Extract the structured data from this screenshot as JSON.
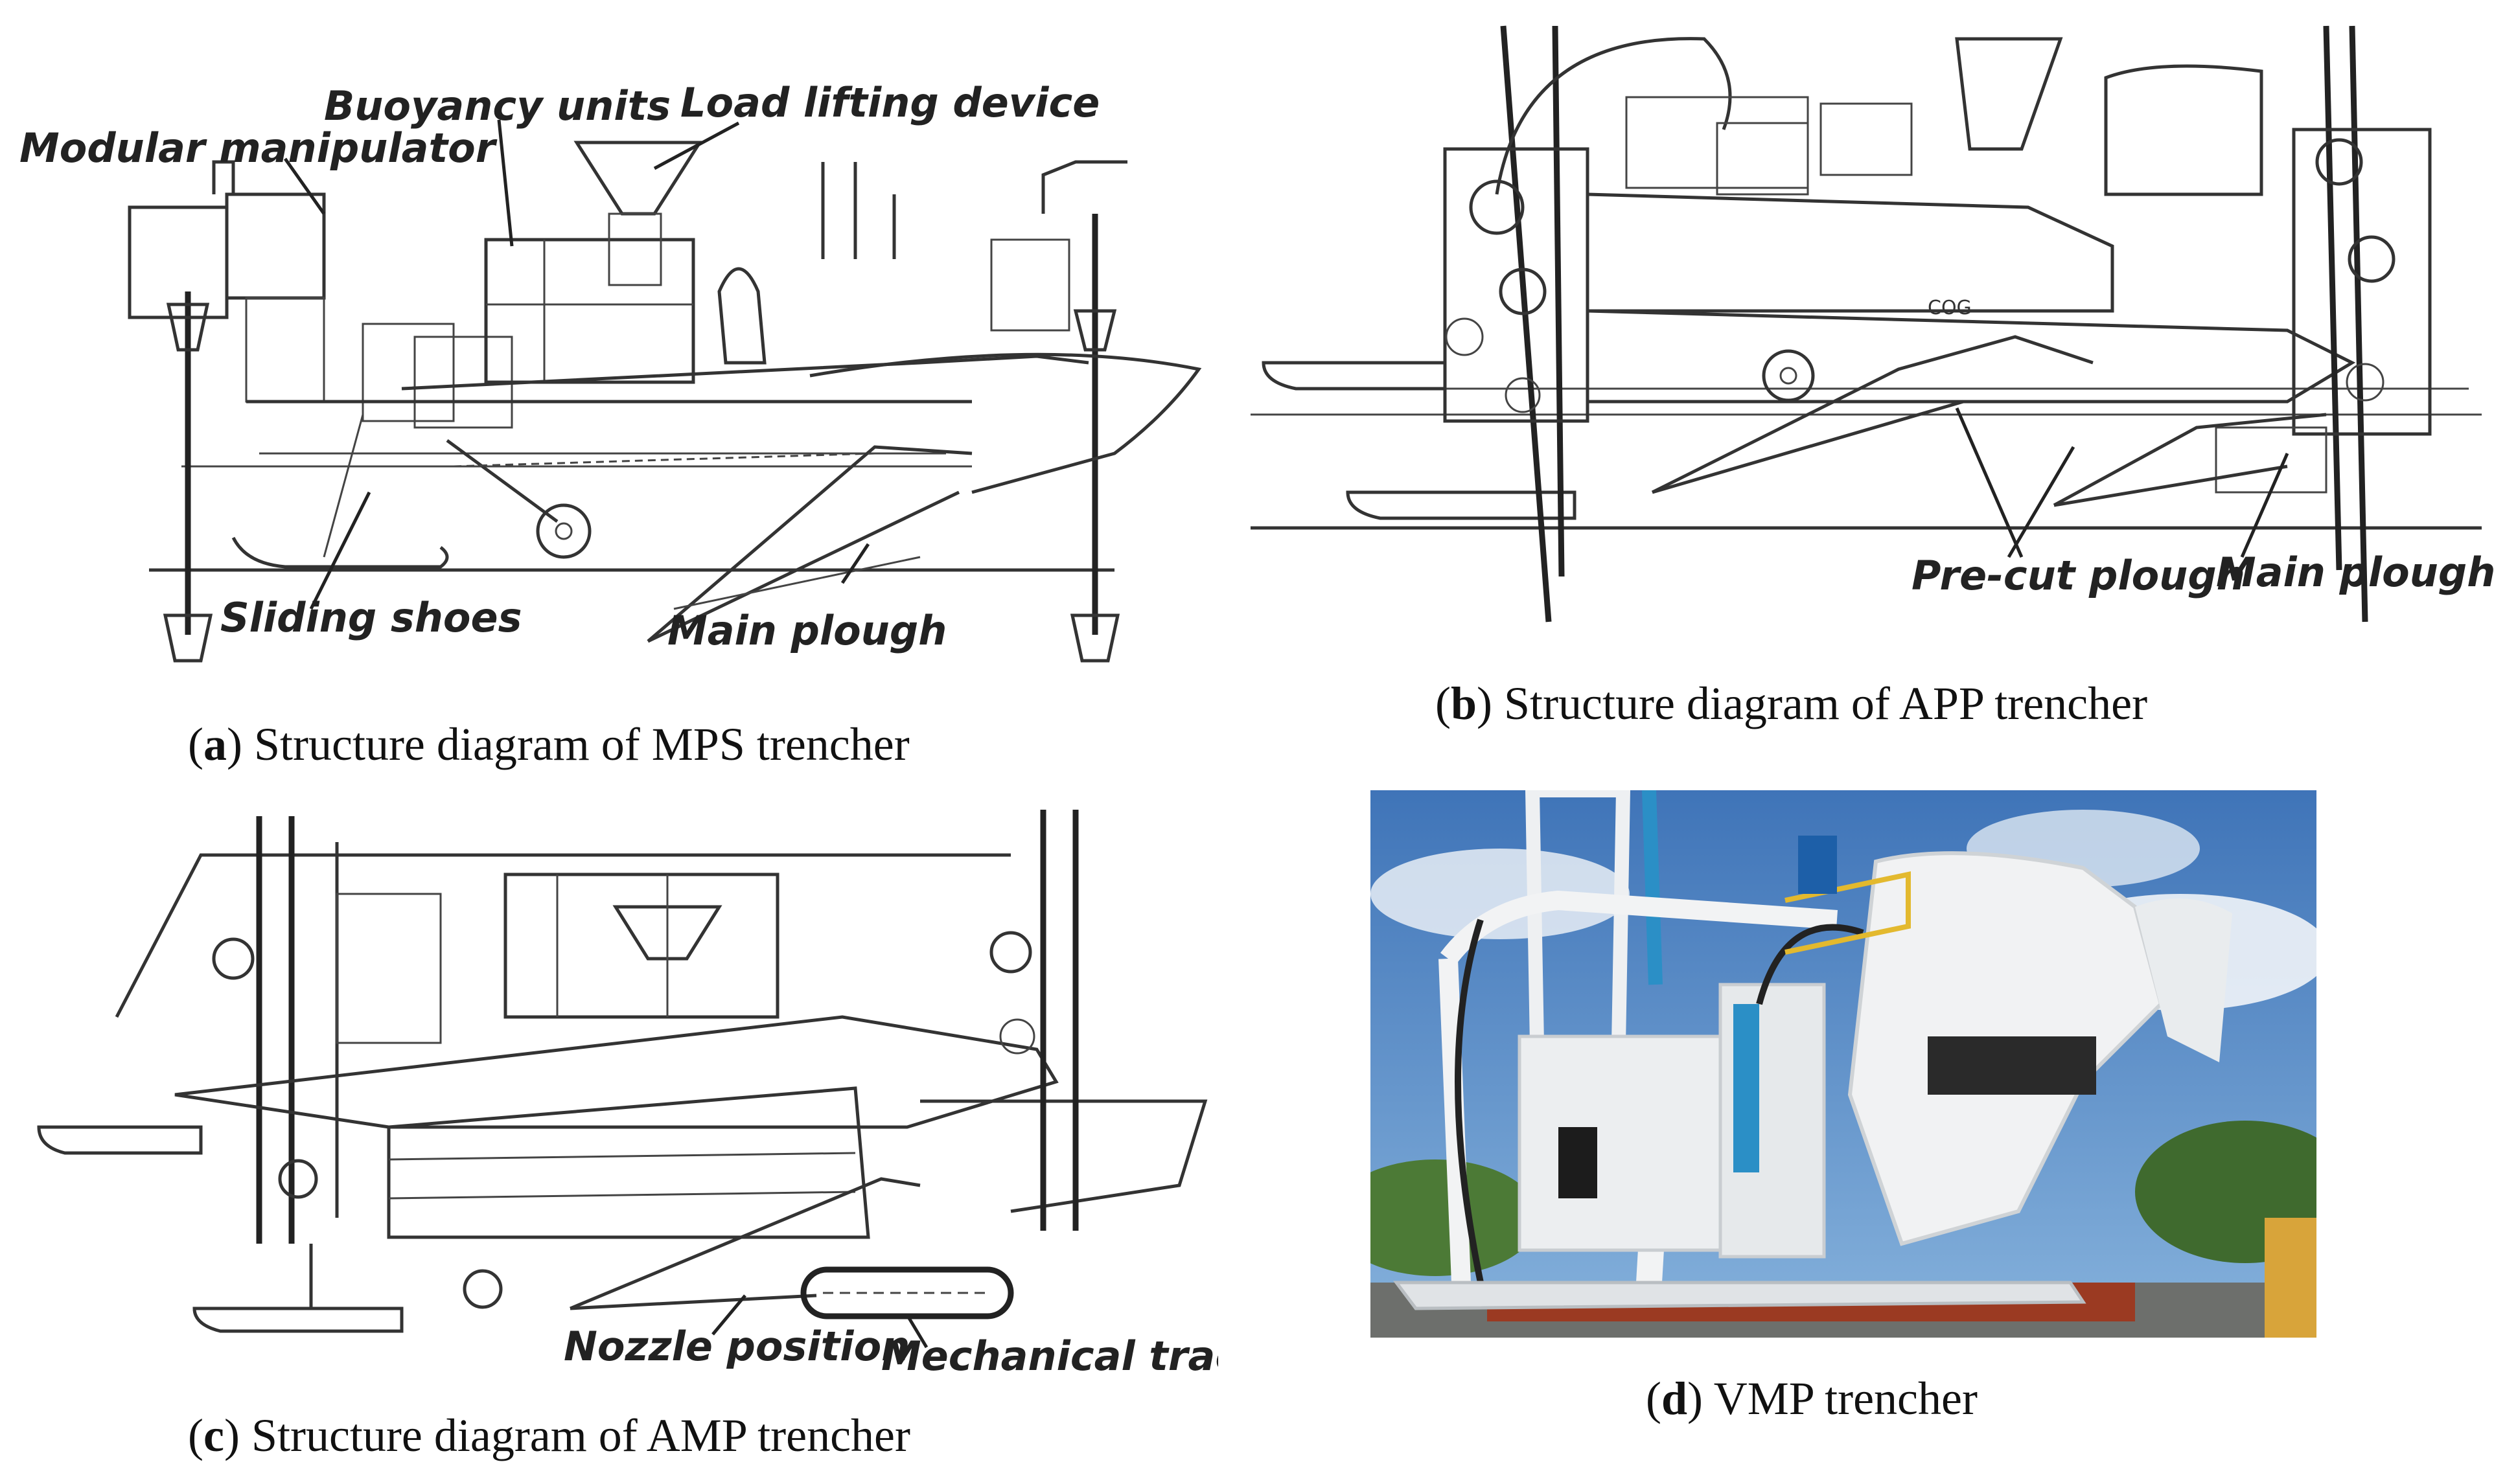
{
  "panels": {
    "a": {
      "letter": "a",
      "caption": "Structure diagram of MPS trencher",
      "labels": {
        "modular_manipulator": "Modular manipulator",
        "buoyancy_units": "Buoyancy units",
        "load_lifting_device": "Load lifting device",
        "sliding_shoes": "Sliding shoes",
        "main_plough": "Main plough"
      }
    },
    "b": {
      "letter": "b",
      "caption": "Structure diagram of APP trencher",
      "labels": {
        "pre_cut_plough": "Pre-cut plough",
        "main_plough": "Main plough",
        "cog": "COG"
      }
    },
    "c": {
      "letter": "c",
      "caption": "Structure diagram of AMP trencher",
      "labels": {
        "nozzle_position": "Nozzle position",
        "mechanical_track": "Mechanical track"
      }
    },
    "d": {
      "letter": "d",
      "caption": "VMP trencher"
    }
  }
}
